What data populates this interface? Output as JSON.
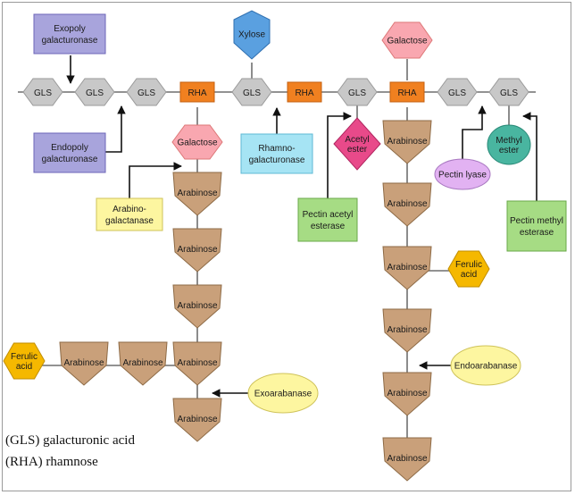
{
  "units": {
    "gls": "GLS",
    "rha": "RHA",
    "arabinose": "Arabinose",
    "galactose": "Galactose",
    "xylose": "Xylose",
    "galactose_top": "Galactose",
    "acetyl_ester": [
      "Acetyl",
      "ester"
    ],
    "methyl_ester": [
      "Methyl",
      "ester"
    ],
    "ferulic_acid": [
      "Ferulic",
      "acid"
    ]
  },
  "enzymes": {
    "exopoly_galacturonase": [
      "Exopoly",
      "galacturonase"
    ],
    "endopoly_galacturonase": [
      "Endopoly",
      "galacturonase"
    ],
    "rhamno_galacturonase": [
      "Rhamno-",
      "galacturonase"
    ],
    "arabino_galactanase": [
      "Arabino-",
      "galactanase"
    ],
    "pectin_acetyl_esterase": [
      "Pectin acetyl",
      "esterase"
    ],
    "pectin_lyase": [
      "Pectin lyase"
    ],
    "pectin_methyl_esterase": [
      "Pectin methyl",
      "esterase"
    ],
    "exoarabanase": [
      "Exoarabanase"
    ],
    "endoarabanase": [
      "Endoarabanase"
    ]
  },
  "legend": {
    "gls": "(GLS) galacturonic acid",
    "rha": "(RHA) rhamnose"
  },
  "colors": {
    "gls": "#c8c8c8",
    "rha": "#f08020",
    "arabinose": "#c9a07a",
    "galactose": "#f9a7b0",
    "xylose": "#5aa0e0",
    "acetyl": "#e84a8a",
    "methyl": "#49b5a0",
    "ferulic": "#f5b800",
    "purple_box": "#a8a4dc",
    "cyan_box": "#a6e4f4",
    "yellow_box": "#fdf6a0",
    "green_box": "#a6dc84",
    "lavender_ellipse": "#e2b2f2",
    "yellow_ellipse": "#fdf6a0"
  }
}
